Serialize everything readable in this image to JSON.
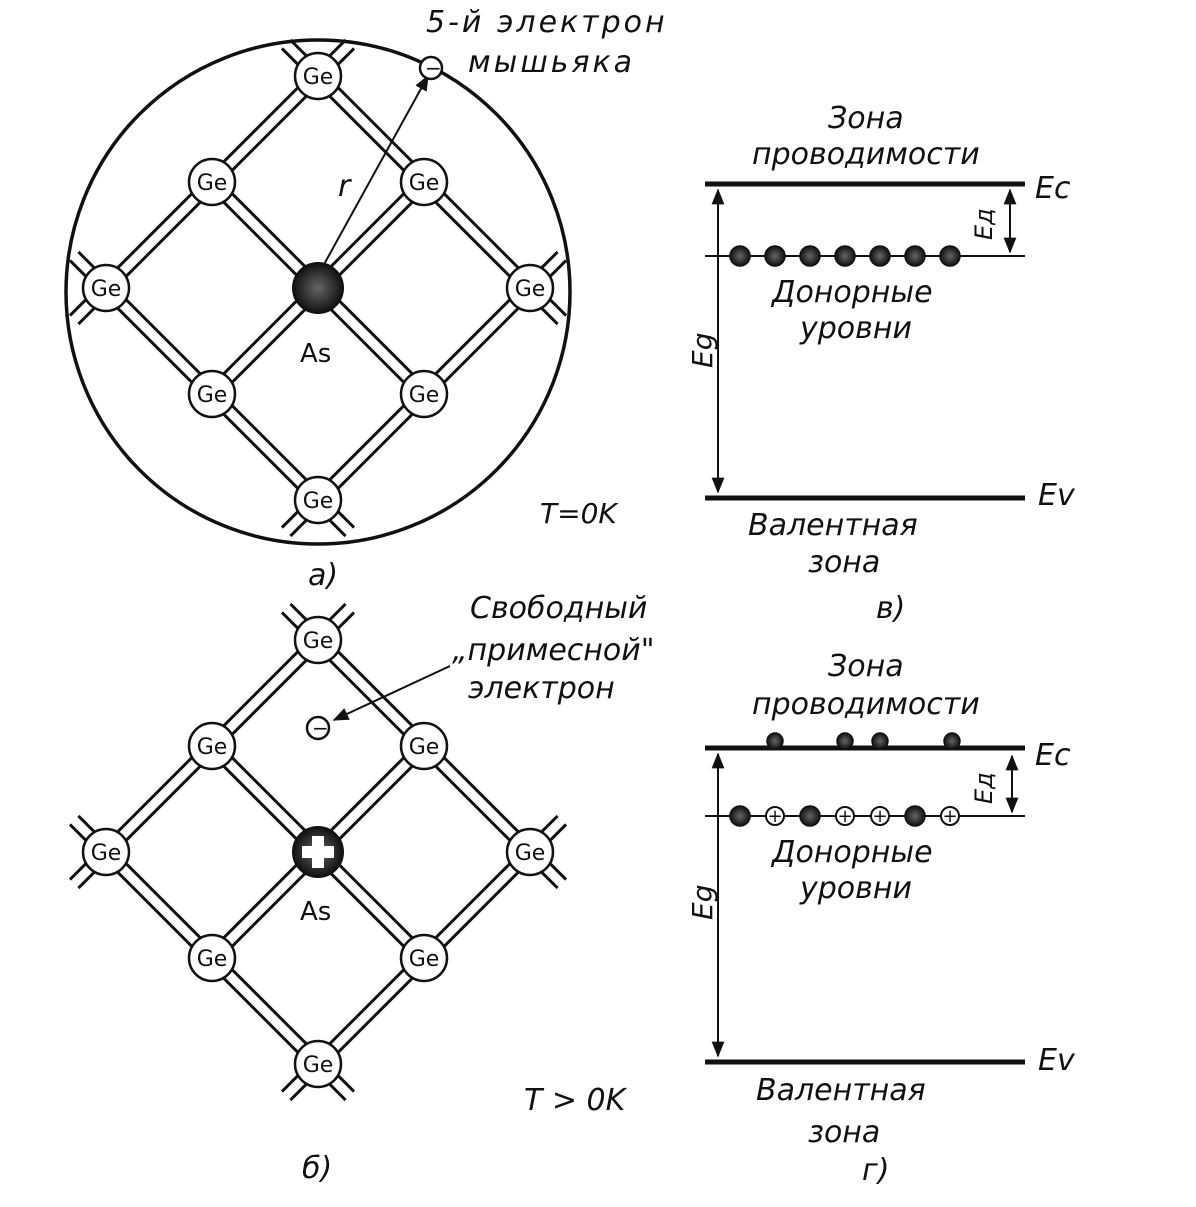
{
  "panel_a": {
    "caption": "а)",
    "electron_label_line1": "5-й электрон",
    "electron_label_line2": "мышьяка",
    "radius_label": "r",
    "temperature": "T=0K",
    "atom_label": "Ge",
    "impurity_label": "As",
    "electron_sign": "−"
  },
  "panel_b": {
    "caption": "б)",
    "free_label_line1": "Свободный",
    "free_label_line2": "„примесной\"",
    "free_label_line3": "электрон",
    "temperature": "T > 0K",
    "atom_label": "Ge",
    "impurity_label": "As",
    "electron_sign": "−",
    "ion_sign": "+"
  },
  "panel_v": {
    "caption": "в)",
    "conduction_line1": "Зона",
    "conduction_line2": "проводимости",
    "donor_line1": "Донорные",
    "donor_line2": "уровни",
    "valence_line1": "Валентная",
    "valence_line2": "зона",
    "ec_label": "Ec",
    "ev_label": "Ev",
    "eg_label": "Eg",
    "ed_label": "Eд",
    "donor_states": [
      "filled",
      "filled",
      "filled",
      "filled",
      "filled",
      "filled",
      "filled"
    ]
  },
  "panel_g": {
    "caption": "г)",
    "conduction_line1": "Зона",
    "conduction_line2": "проводимости",
    "donor_line1": "Донорные",
    "donor_line2": "уровни",
    "valence_line1": "Валентная",
    "valence_line2": "зона",
    "ec_label": "Ec",
    "ev_label": "Ev",
    "eg_label": "Eg",
    "ed_label": "Eд",
    "donor_states": [
      "filled",
      "ion",
      "filled",
      "ion",
      "ion",
      "filled",
      "ion"
    ],
    "conduction_electrons": 4,
    "ion_sign": "+"
  }
}
